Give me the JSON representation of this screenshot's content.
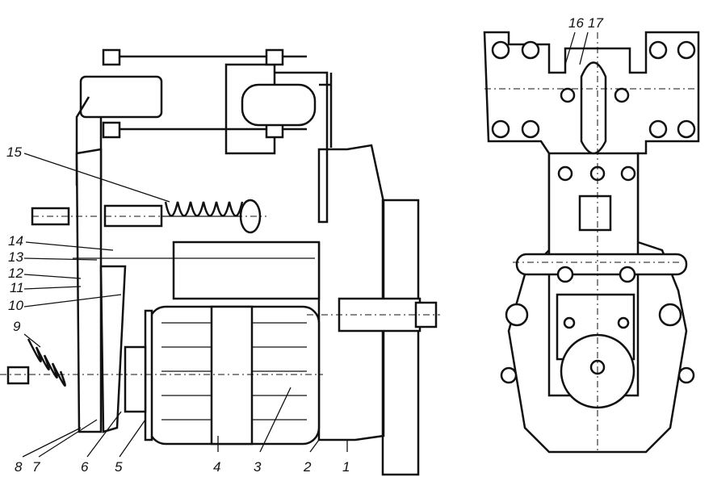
{
  "figure": {
    "callouts_left": [
      "15",
      "14",
      "13",
      "12",
      "11",
      "10",
      "9"
    ],
    "callouts_bottom": [
      "8",
      "7",
      "6",
      "5",
      "4",
      "3",
      "2",
      "1"
    ],
    "callouts_top_right": [
      "16",
      "17"
    ]
  }
}
